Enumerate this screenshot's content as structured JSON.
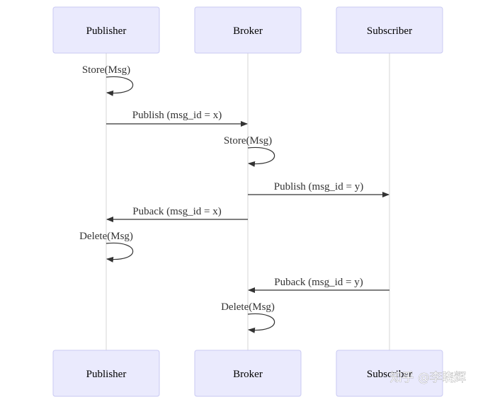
{
  "actors": [
    {
      "id": "publisher",
      "label": "Publisher"
    },
    {
      "id": "broker",
      "label": "Broker"
    },
    {
      "id": "subscriber",
      "label": "Subscriber"
    }
  ],
  "messages": [
    {
      "from": "publisher",
      "to": "publisher",
      "label": "Store(Msg)"
    },
    {
      "from": "publisher",
      "to": "broker",
      "label": "Publish (msg_id = x)"
    },
    {
      "from": "broker",
      "to": "broker",
      "label": "Store(Msg)"
    },
    {
      "from": "broker",
      "to": "subscriber",
      "label": "Publish (msg_id = y)"
    },
    {
      "from": "broker",
      "to": "publisher",
      "label": "Puback (msg_id = x)"
    },
    {
      "from": "publisher",
      "to": "publisher",
      "label": "Delete(Msg)"
    },
    {
      "from": "subscriber",
      "to": "broker",
      "label": "Puback (msg_id = y)"
    },
    {
      "from": "broker",
      "to": "broker",
      "label": "Delete(Msg)"
    }
  ],
  "watermark": "知乎 @李晓辉",
  "colors": {
    "actor_fill": "#eaeafd",
    "actor_border": "#c9c9f2",
    "lifeline": "#d4d4d4",
    "message": "#333333"
  }
}
